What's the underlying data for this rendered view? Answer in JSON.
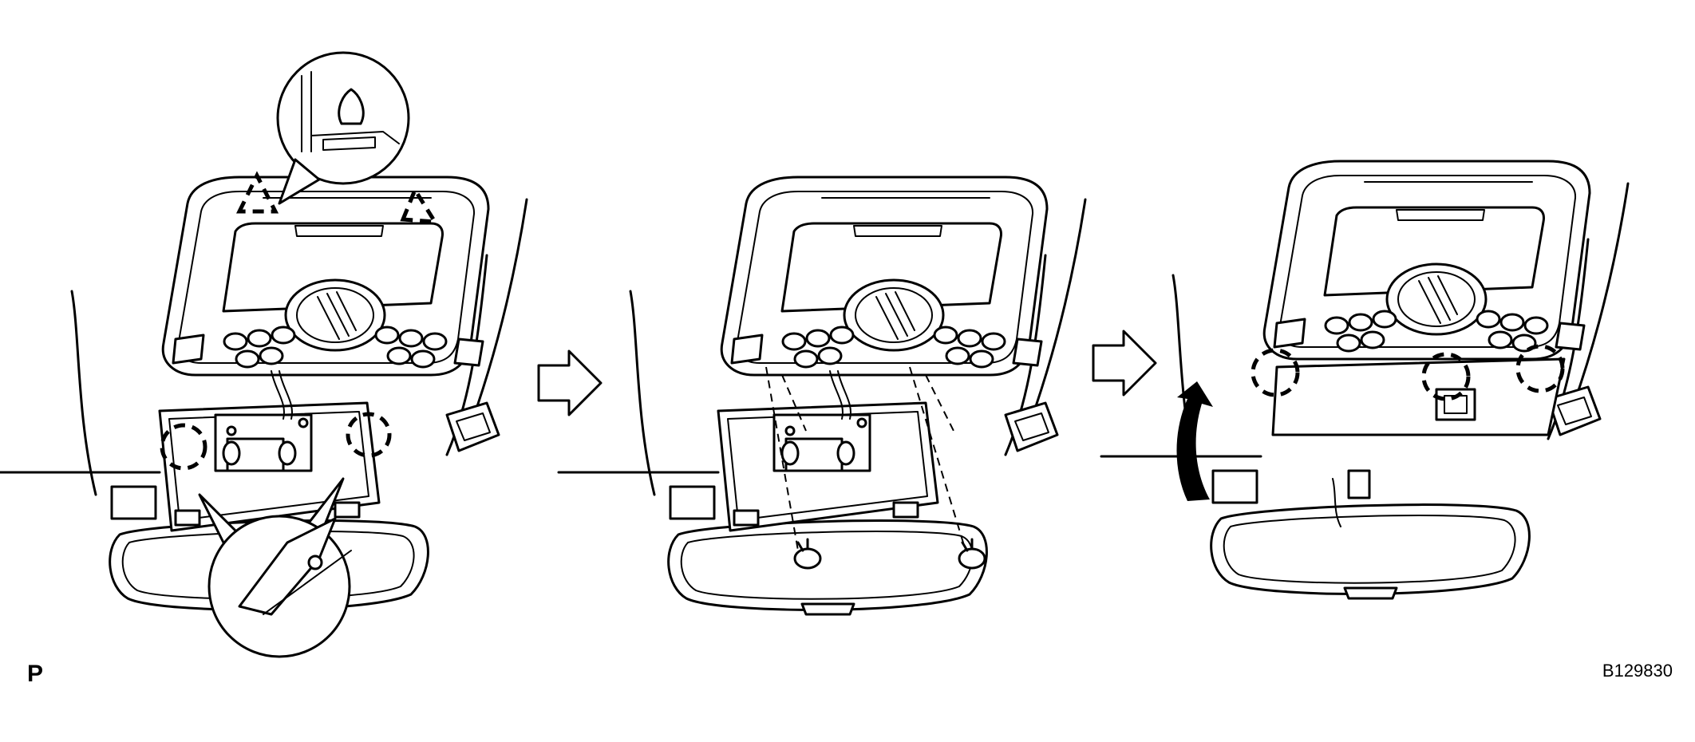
{
  "labels": {
    "section_code": "P",
    "figure_id": "B129830"
  },
  "steps": [
    {
      "name": "step-1",
      "callouts": [
        "clip-detail-top",
        "clip-detail-bottom"
      ]
    },
    {
      "name": "step-2",
      "callouts": [
        "screws"
      ]
    },
    {
      "name": "step-3",
      "callouts": [
        "clip-release"
      ]
    }
  ],
  "icons": [
    "step-arrow-icon",
    "step-arrow-icon",
    "curved-arrow-icon"
  ]
}
